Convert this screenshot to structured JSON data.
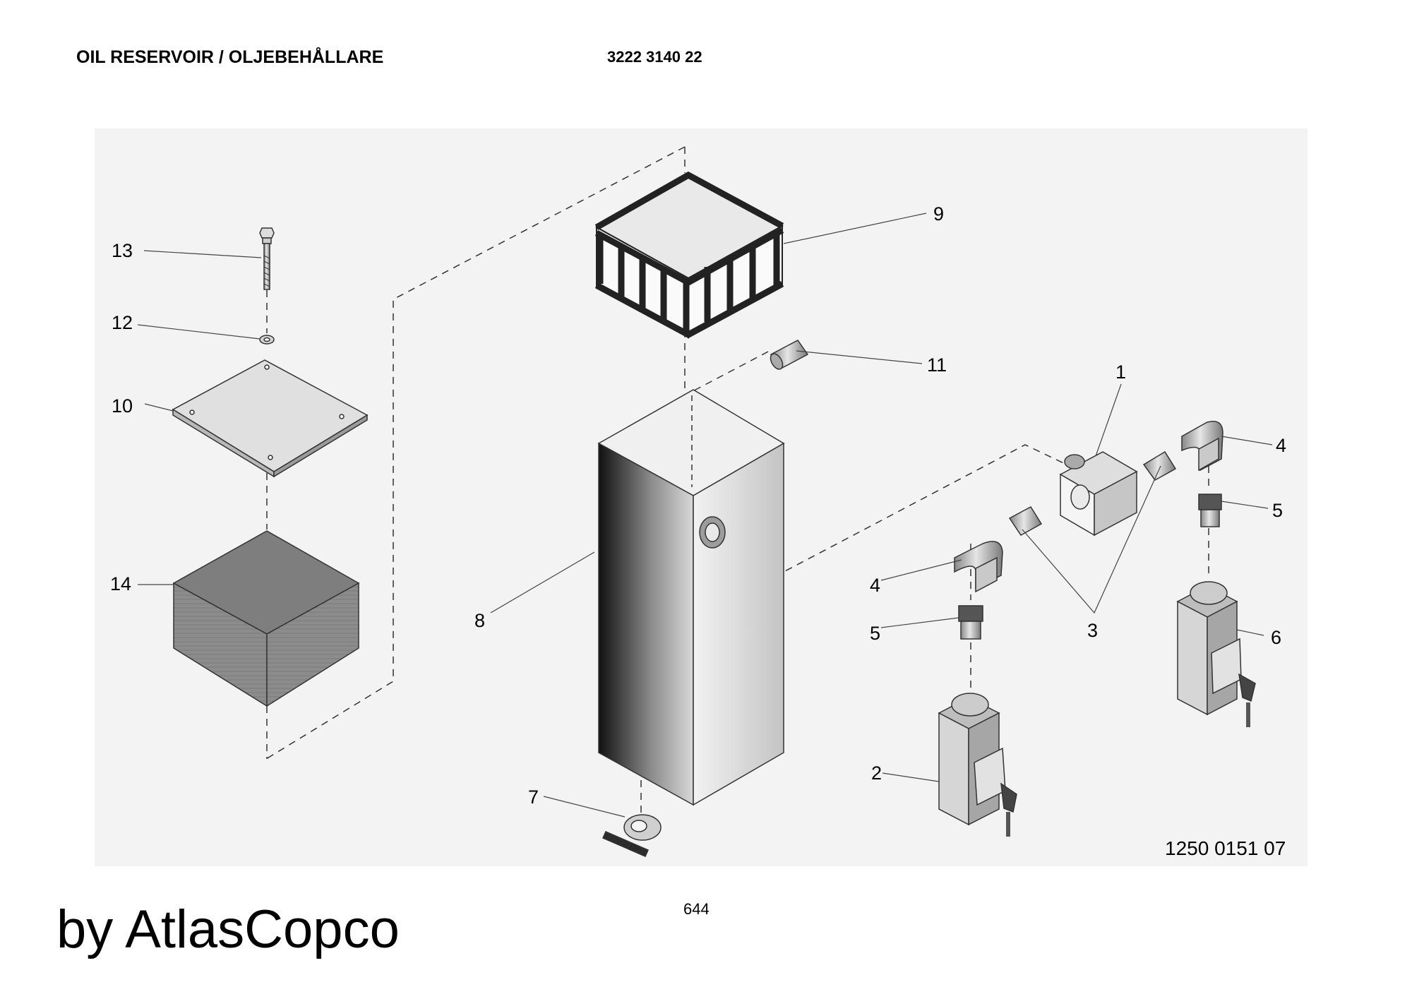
{
  "header": {
    "title": "OIL RESERVOIR / OLJEBEHÅLLARE",
    "doc_number": "3222 3140 22"
  },
  "callouts": {
    "p1": "1",
    "p2": "2",
    "p3": "3",
    "p4a": "4",
    "p4b": "4",
    "p5a": "5",
    "p5b": "5",
    "p6": "6",
    "p7": "7",
    "p8": "8",
    "p9": "9",
    "p10": "10",
    "p11": "11",
    "p12": "12",
    "p13": "13",
    "p14": "14"
  },
  "illustration_ref": "1250 0151 07",
  "page_number": "644",
  "brand": "by AtlasCopco"
}
